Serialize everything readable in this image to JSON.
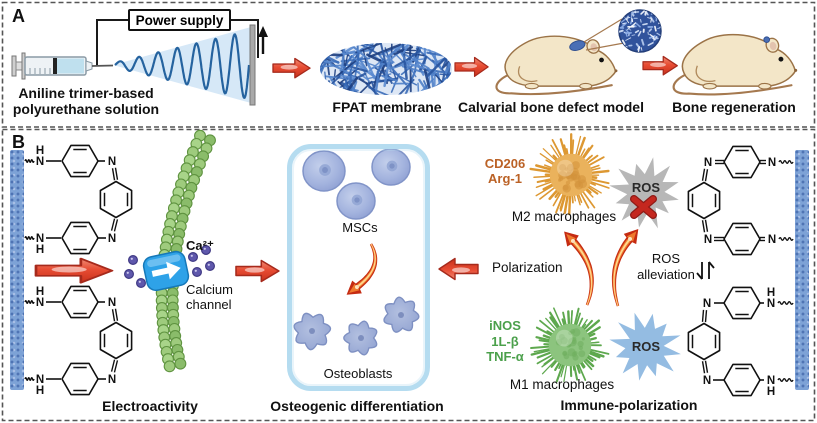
{
  "panelA": {
    "label": "A",
    "power_supply": "Power supply",
    "solution_label": [
      "Aniline trimer-based",
      "polyurethane solution"
    ],
    "membrane_label": "FPAT membrane",
    "defect_label": "Calvarial bone defect model",
    "regeneration_label": "Bone regeneration"
  },
  "panelB": {
    "label": "B",
    "electroactivity_label": "Electroactivity",
    "ca_ion_label": "Ca²⁺",
    "calcium_channel_label": [
      "Calcium",
      "channel"
    ],
    "mscs_label": "MSCs",
    "osteoblasts_label": "Osteoblasts",
    "osteogenic_label": "Osteogenic differentiation",
    "m2_markers": [
      "CD206",
      "Arg-1"
    ],
    "m2_label": "M2 macrophages",
    "ros_top_label": "ROS",
    "polarization_label": "Polarization",
    "ros_alleviation_label": [
      "ROS",
      "alleviation"
    ],
    "m1_markers": [
      "iNOS",
      "1L-β",
      "TNF-α"
    ],
    "m1_label": "M1 macrophages",
    "ros_bottom_label": "ROS",
    "immune_label": "Immune-polarization",
    "atom_labels": {
      "nitrogen": "N",
      "hydrogen": "H"
    }
  },
  "colors": {
    "arrow_red": "#e0402f",
    "wave_blue": "#25639f",
    "membrane_blue": "#3a6cb8",
    "mouse_body": "#f3e6c8",
    "mouse_outline": "#9b7347",
    "defect_blue": "#4a6fb5",
    "helix_green": "#9ecb7d",
    "channel_blue": "#2ea2e8",
    "ion_purple": "#5f58ac",
    "box_border": "#b5dcf0",
    "cell_blue": "#9fb0dc",
    "m2_orange": "#eab25c",
    "m1_green": "#8cc47e",
    "ros_gray": "#b7b7b7",
    "ros_blue": "#94bce2",
    "cross_red": "#c4271f",
    "marker_orange": "#bb6226",
    "marker_green": "#4ba04b",
    "fiber_bar_blue": "#7da2d6"
  }
}
